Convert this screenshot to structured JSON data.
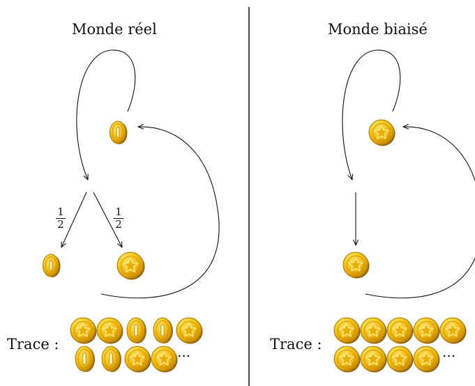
{
  "left_panel": {
    "title": "Monde réel",
    "edge_prob_left": {
      "numerator": "1",
      "denominator": "2"
    },
    "edge_prob_right": {
      "numerator": "1",
      "denominator": "2"
    },
    "trace_label": "Trace :",
    "trace_row1": [
      "star",
      "star",
      "plain",
      "plain",
      "star"
    ],
    "trace_row2": [
      "plain",
      "plain",
      "star",
      "star"
    ],
    "trace_ellipsis": "..."
  },
  "right_panel": {
    "title": "Monde biaisé",
    "trace_label": "Trace :",
    "trace_row1": [
      "star",
      "star",
      "star",
      "star",
      "star"
    ],
    "trace_row2": [
      "star",
      "star",
      "star",
      "star"
    ],
    "trace_ellipsis": "..."
  },
  "colors": {
    "coin_gold": "#f2c012",
    "coin_light": "#fff3a0",
    "coin_dark": "#b98200"
  }
}
